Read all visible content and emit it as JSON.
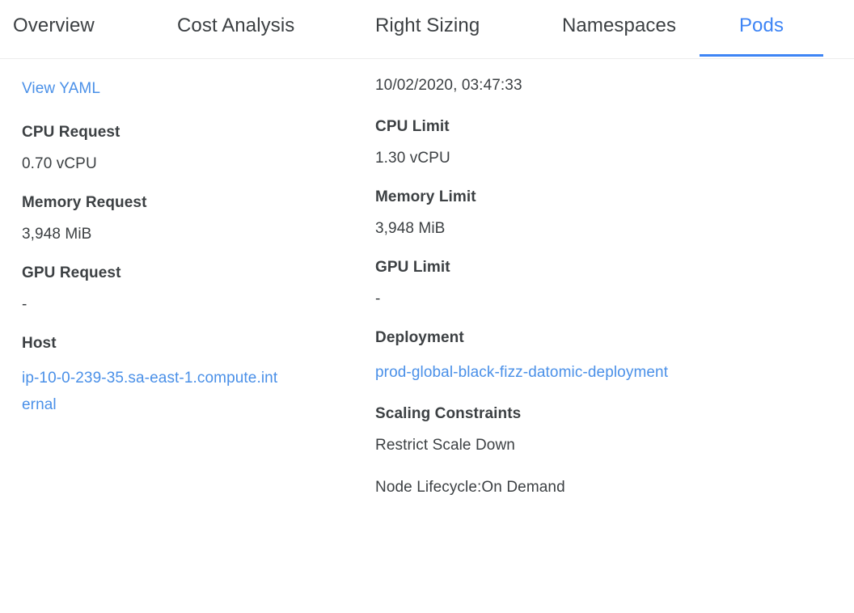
{
  "tabs": [
    {
      "id": "overview",
      "label": "Overview",
      "active": false
    },
    {
      "id": "cost-analysis",
      "label": "Cost Analysis",
      "active": false
    },
    {
      "id": "right-sizing",
      "label": "Right Sizing",
      "active": false
    },
    {
      "id": "namespaces",
      "label": "Namespaces",
      "active": false
    },
    {
      "id": "pods",
      "label": "Pods",
      "active": true
    }
  ],
  "colors": {
    "accent": "#3d84f5",
    "link": "#4a90e8",
    "text": "#3c4043",
    "divider": "#ececec",
    "background": "#ffffff"
  },
  "details": {
    "view_yaml_label": "View YAML",
    "timestamp": "10/02/2020, 03:47:33",
    "left": {
      "cpu_request_label": "CPU Request",
      "cpu_request_value": "0.70 vCPU",
      "memory_request_label": "Memory Request",
      "memory_request_value": "3,948 MiB",
      "gpu_request_label": "GPU Request",
      "gpu_request_value": "-",
      "host_label": "Host",
      "host_value": "ip-10-0-239-35.sa-east-1.compute.internal"
    },
    "right": {
      "cpu_limit_label": "CPU Limit",
      "cpu_limit_value": "1.30 vCPU",
      "memory_limit_label": "Memory Limit",
      "memory_limit_value": "3,948 MiB",
      "gpu_limit_label": "GPU Limit",
      "gpu_limit_value": "-",
      "deployment_label": "Deployment",
      "deployment_value": "prod-global-black-fizz-datomic-deployment",
      "scaling_constraints_label": "Scaling Constraints",
      "scaling_constraints": [
        "Restrict Scale Down",
        "Node Lifecycle:On Demand"
      ]
    }
  }
}
